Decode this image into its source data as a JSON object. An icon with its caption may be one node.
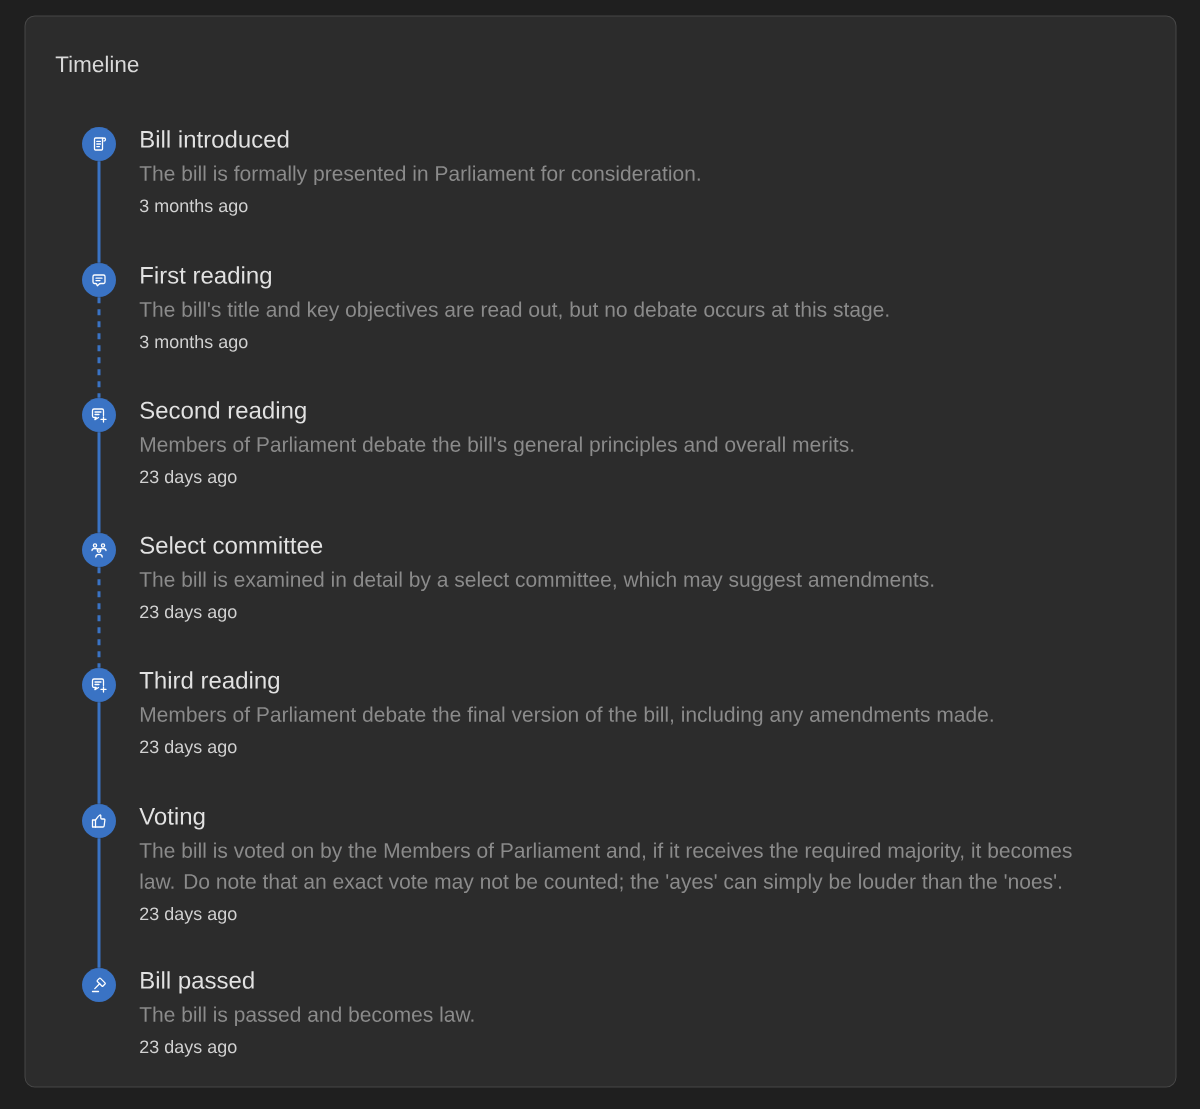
{
  "diagram": {
    "title": "Timeline",
    "nodes": [
      {
        "text": [],
        "shape": "circle",
        "beside": [
          "Bill introduced",
          "The bill is formally presented in Parliament for consideration.",
          "3 months ago"
        ]
      },
      {
        "text": [],
        "shape": "circle",
        "beside": [
          "First reading",
          "The bill's title and key objectives are read out, but no debate occurs at this stage.",
          "3 months ago"
        ]
      },
      {
        "text": [],
        "shape": "circle",
        "beside": [
          "Second reading",
          "Members of Parliament debate the bill's general principles and overall merits.",
          "23 days ago"
        ]
      },
      {
        "text": [],
        "shape": "circle",
        "beside": [
          "Select committee",
          "The bill is examined in detail by a select committee, which may suggest amendments.",
          "23 days ago"
        ]
      },
      {
        "text": [],
        "shape": "circle",
        "beside": [
          "Third reading",
          "Members of Parliament debate the final version of the bill, including any amendments made.",
          "23 days ago"
        ]
      },
      {
        "text": [],
        "shape": "circle",
        "beside": [
          "Voting",
          "The bill is voted on by the Members of Parliament and, if it receives the required majority, it becomes law. Do note that an exact vote may not be counted; the 'ayes' can simply be louder than the 'noes'.",
          "23 days ago"
        ]
      },
      {
        "text": [],
        "shape": "circle",
        "beside": [
          "Bill passed",
          "The bill is passed and becomes law.",
          "23 days ago"
        ]
      }
    ],
    "edges": [
      {
        "from": 0,
        "to": 1,
        "arrow": "none"
      },
      {
        "from": 1,
        "to": 2,
        "arrow": "none",
        "style": "dashed"
      },
      {
        "from": 2,
        "to": 3,
        "arrow": "none"
      },
      {
        "from": 3,
        "to": 4,
        "arrow": "none",
        "style": "dashed"
      },
      {
        "from": 4,
        "to": 5,
        "arrow": "none"
      },
      {
        "from": 5,
        "to": 6,
        "arrow": "none"
      }
    ]
  }
}
